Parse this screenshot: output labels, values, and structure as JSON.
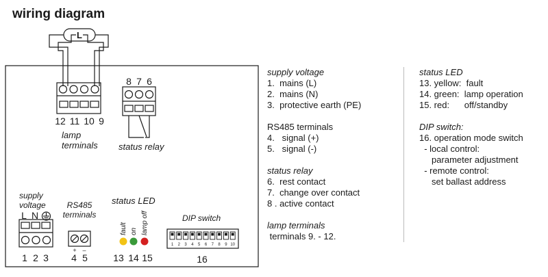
{
  "title": "wiring diagram",
  "lamp_symbol": "L",
  "lamp_terminals": {
    "numbers": [
      "12",
      "11",
      "10",
      "9"
    ],
    "label_1": "lamp",
    "label_2": "terminals"
  },
  "status_relay": {
    "numbers": [
      "8",
      "7",
      "6"
    ],
    "label": "status relay"
  },
  "supply": {
    "label_1": "supply",
    "label_2": "voltage",
    "top": [
      "L",
      "N"
    ],
    "earth_icon": "protective-earth-icon",
    "numbers": [
      "1",
      "2",
      "3"
    ]
  },
  "rs485": {
    "label_1": "RS485",
    "label_2": "terminals",
    "plus": "+",
    "minus": "–",
    "numbers": [
      "4",
      "5"
    ]
  },
  "status_led": {
    "label": "status LED",
    "leds": [
      {
        "label": "fault",
        "color": "#f2c316"
      },
      {
        "label": "on",
        "color": "#3a9a3a"
      },
      {
        "label": "lamp off",
        "color": "#d42020"
      }
    ],
    "numbers": [
      "13",
      "14",
      "15"
    ]
  },
  "dip_switch": {
    "label": "DIP switch",
    "ticks": [
      "1",
      "2",
      "3",
      "4",
      "5",
      "6",
      "7",
      "8",
      "9",
      "10"
    ],
    "number": "16"
  },
  "legend_left": [
    {
      "text": "supply voltage",
      "style": "hdr"
    },
    {
      "text": "1.  mains (L)"
    },
    {
      "text": "2.  mains (N)"
    },
    {
      "text": "3.  protective earth (PE)"
    },
    {
      "text": "",
      "style": "gap"
    },
    {
      "text": "RS485 terminals"
    },
    {
      "text": "4.   signal (+)"
    },
    {
      "text": "5.   signal (-)"
    },
    {
      "text": "",
      "style": "gap"
    },
    {
      "text": "status relay",
      "style": "hdr"
    },
    {
      "text": "6.  rest contact"
    },
    {
      "text": "7.  change over contact"
    },
    {
      "text": "8 . active contact"
    },
    {
      "text": "",
      "style": "gap"
    },
    {
      "text": "lamp terminals",
      "style": "hdr"
    },
    {
      "text": " terminals 9. - 12."
    }
  ],
  "legend_right": [
    {
      "text": "status LED",
      "style": "hdr"
    },
    {
      "text": "13. yellow:  fault"
    },
    {
      "text": "14. green:  lamp operation"
    },
    {
      "text": "15. red:      off/standby"
    },
    {
      "text": "",
      "style": "gap"
    },
    {
      "text": "DIP switch:",
      "style": "hdr"
    },
    {
      "text": "16. operation mode switch"
    },
    {
      "text": "  - local control:"
    },
    {
      "text": "     parameter adjustment"
    },
    {
      "text": "  - remote control:"
    },
    {
      "text": "     set ballast address"
    }
  ]
}
